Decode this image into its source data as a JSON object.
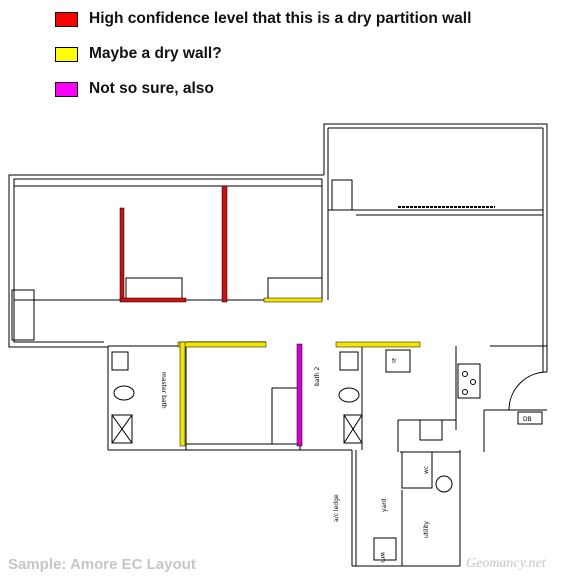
{
  "legend": {
    "items": [
      {
        "color": "#ff0000",
        "label": "High confidence level that this is a dry partition wall"
      },
      {
        "color": "#ffff00",
        "label": "Maybe a dry wall?"
      },
      {
        "color": "#ff00ff",
        "label": "Not so sure, also"
      }
    ]
  },
  "plan": {
    "room_labels": {
      "master_bath": "master bath",
      "bath_2": "bath 2",
      "ac_ledge": "a/c ledge",
      "yard": "yard",
      "utility": "utility",
      "wc": "wc",
      "wm": "wm",
      "fridge": "fr",
      "db": "DB"
    },
    "wall_colors": {
      "red": "#cc1111",
      "yellow": "#f2e600",
      "magenta": "#d400d4"
    }
  },
  "caption": "Sample: Amore EC Layout",
  "watermark": "Geomancy.net"
}
